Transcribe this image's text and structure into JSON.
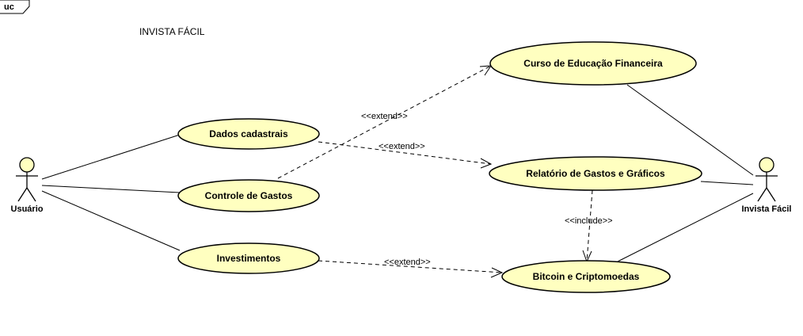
{
  "frame": {
    "tag": "uc"
  },
  "diagram": {
    "title": "INVISTA FÁCIL"
  },
  "actors": {
    "usuario": {
      "name": "Usuário"
    },
    "invista": {
      "name": "Invista Fácil"
    }
  },
  "use_cases": {
    "dados": "Dados cadastrais",
    "controle": "Controle de Gastos",
    "investimentos": "Investimentos",
    "curso": "Curso de Educação Financeira",
    "relatorio": "Relatório de Gastos e Gráficos",
    "bitcoin": "Bitcoin e Criptomoedas"
  },
  "relationships": {
    "controle_curso": "<<extend>>",
    "dados_relatorio": "<<extend>>",
    "investimentos_bitcoin": "<<extend>>",
    "relatorio_bitcoin": "<<include>>"
  },
  "colors": {
    "use_case_fill": "#ffffc0",
    "stroke": "#000000",
    "background": "#ffffff"
  }
}
